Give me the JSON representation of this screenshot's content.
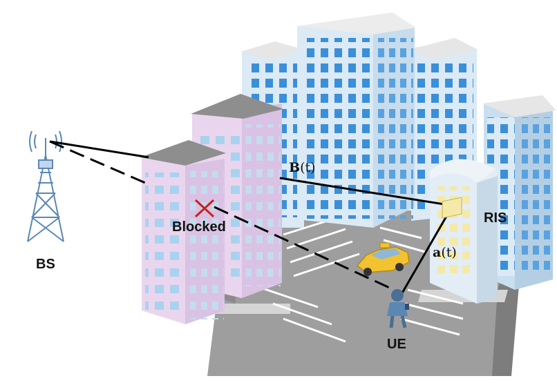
{
  "labels": {
    "bs": "BS",
    "ris": "RIS",
    "ue": "UE",
    "blocked": "Blocked"
  },
  "math": {
    "bt_symbol": "B",
    "bt_arg": "(t)",
    "at_symbol": "a",
    "at_arg": "(t)"
  },
  "colors": {
    "road": "#9e9e9e",
    "road_dark": "#7d7d7d",
    "building_blue": "#dbeaf5",
    "window_blue": "#3b8fd8",
    "building_pink": "#e9d6ee",
    "window_light": "#a9d2ef",
    "ris_panel": "#f4e9a8",
    "taxi": "#f2c230",
    "cross": "#cc1f1f",
    "link": "#000000"
  },
  "icons": [
    "tower-icon",
    "taxi-icon",
    "person-icon",
    "blocked-cross-icon"
  ]
}
